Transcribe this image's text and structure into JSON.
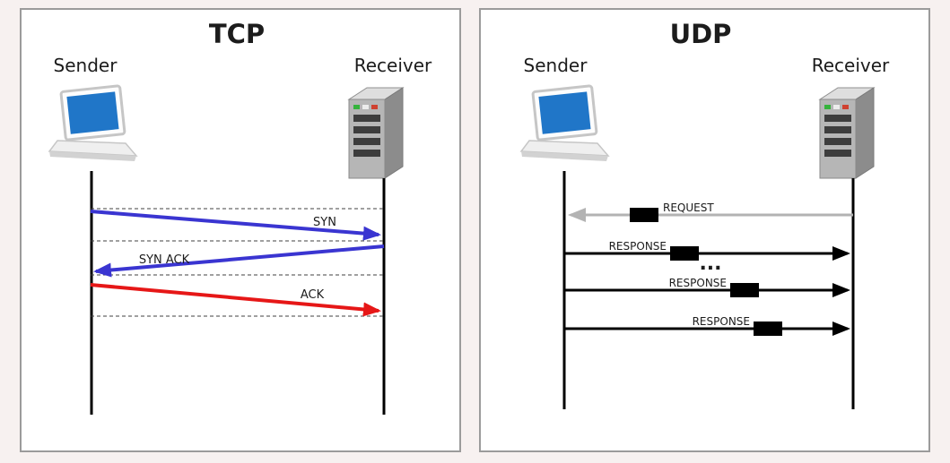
{
  "tcp": {
    "title": "TCP",
    "sender_label": "Sender",
    "receiver_label": "Receiver",
    "messages": [
      {
        "label": "SYN",
        "direction": "sender-to-receiver",
        "color": "#3a35d1"
      },
      {
        "label": "SYN ACK",
        "direction": "receiver-to-sender",
        "color": "#3a35d1"
      },
      {
        "label": "ACK",
        "direction": "sender-to-receiver",
        "color": "#e61717"
      }
    ]
  },
  "udp": {
    "title": "UDP",
    "sender_label": "Sender",
    "receiver_label": "Receiver",
    "ellipsis": "...",
    "messages": [
      {
        "label": "REQUEST",
        "direction": "receiver-to-sender",
        "color": "#b3b3b3"
      },
      {
        "label": "RESPONSE",
        "direction": "sender-to-receiver",
        "color": "#000000"
      },
      {
        "label": "RESPONSE",
        "direction": "sender-to-receiver",
        "color": "#000000"
      },
      {
        "label": "RESPONSE",
        "direction": "sender-to-receiver",
        "color": "#000000"
      }
    ]
  },
  "colors": {
    "background": "#f7f1f0",
    "panel_border": "#9b9b9b",
    "panel_background": "#ffffff",
    "lifeline": "#000000",
    "dashed_line": "#404040",
    "packet": "#000000",
    "laptop_screen": "#2076c8"
  }
}
